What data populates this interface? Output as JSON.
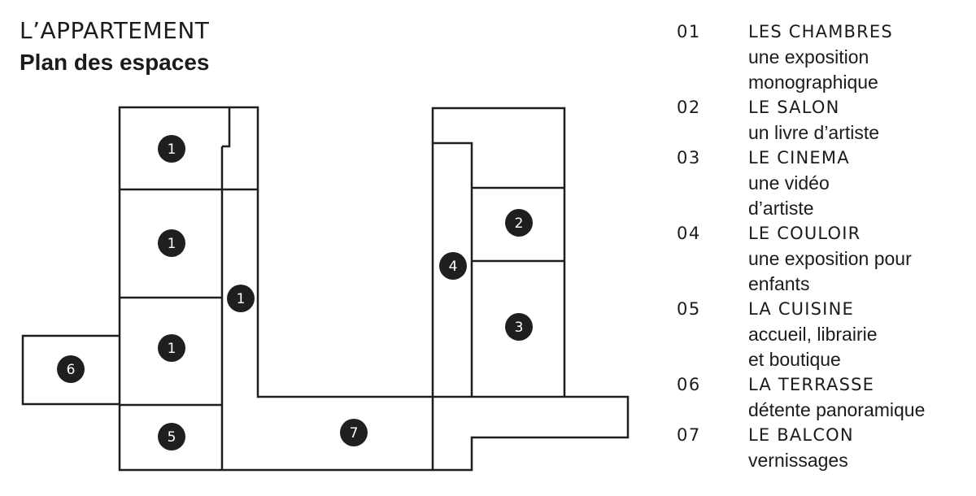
{
  "header": {
    "title": "L’APPARTEMENT",
    "subtitle": "Plan des espaces"
  },
  "plan": {
    "badges": [
      {
        "id": "bedroom-1a",
        "label": "1"
      },
      {
        "id": "bedroom-1b",
        "label": "1"
      },
      {
        "id": "bedroom-1c",
        "label": "1"
      },
      {
        "id": "bedroom-1-corridor",
        "label": "1"
      },
      {
        "id": "salon",
        "label": "2"
      },
      {
        "id": "cinema",
        "label": "3"
      },
      {
        "id": "couloir",
        "label": "4"
      },
      {
        "id": "cuisine",
        "label": "5"
      },
      {
        "id": "terrasse",
        "label": "6"
      },
      {
        "id": "balcon",
        "label": "7"
      }
    ]
  },
  "legend": [
    {
      "num": "01",
      "name": "LES CHAMBRES",
      "desc": [
        "une exposition",
        "monographique"
      ]
    },
    {
      "num": "02",
      "name": "LE SALON",
      "desc": [
        "un livre d’artiste"
      ]
    },
    {
      "num": "03",
      "name": "LE CINEMA",
      "desc": [
        "une vidéo",
        "d’artiste"
      ]
    },
    {
      "num": "04",
      "name": "LE COULOIR",
      "desc": [
        "une exposition pour",
        "enfants"
      ]
    },
    {
      "num": "05",
      "name": "LA CUISINE",
      "desc": [
        "accueil, librairie",
        "et boutique"
      ]
    },
    {
      "num": "06",
      "name": "LA TERRASSE",
      "desc": [
        "détente panoramique"
      ]
    },
    {
      "num": "07",
      "name": "LE BALCON",
      "desc": [
        "vernissages"
      ]
    }
  ]
}
